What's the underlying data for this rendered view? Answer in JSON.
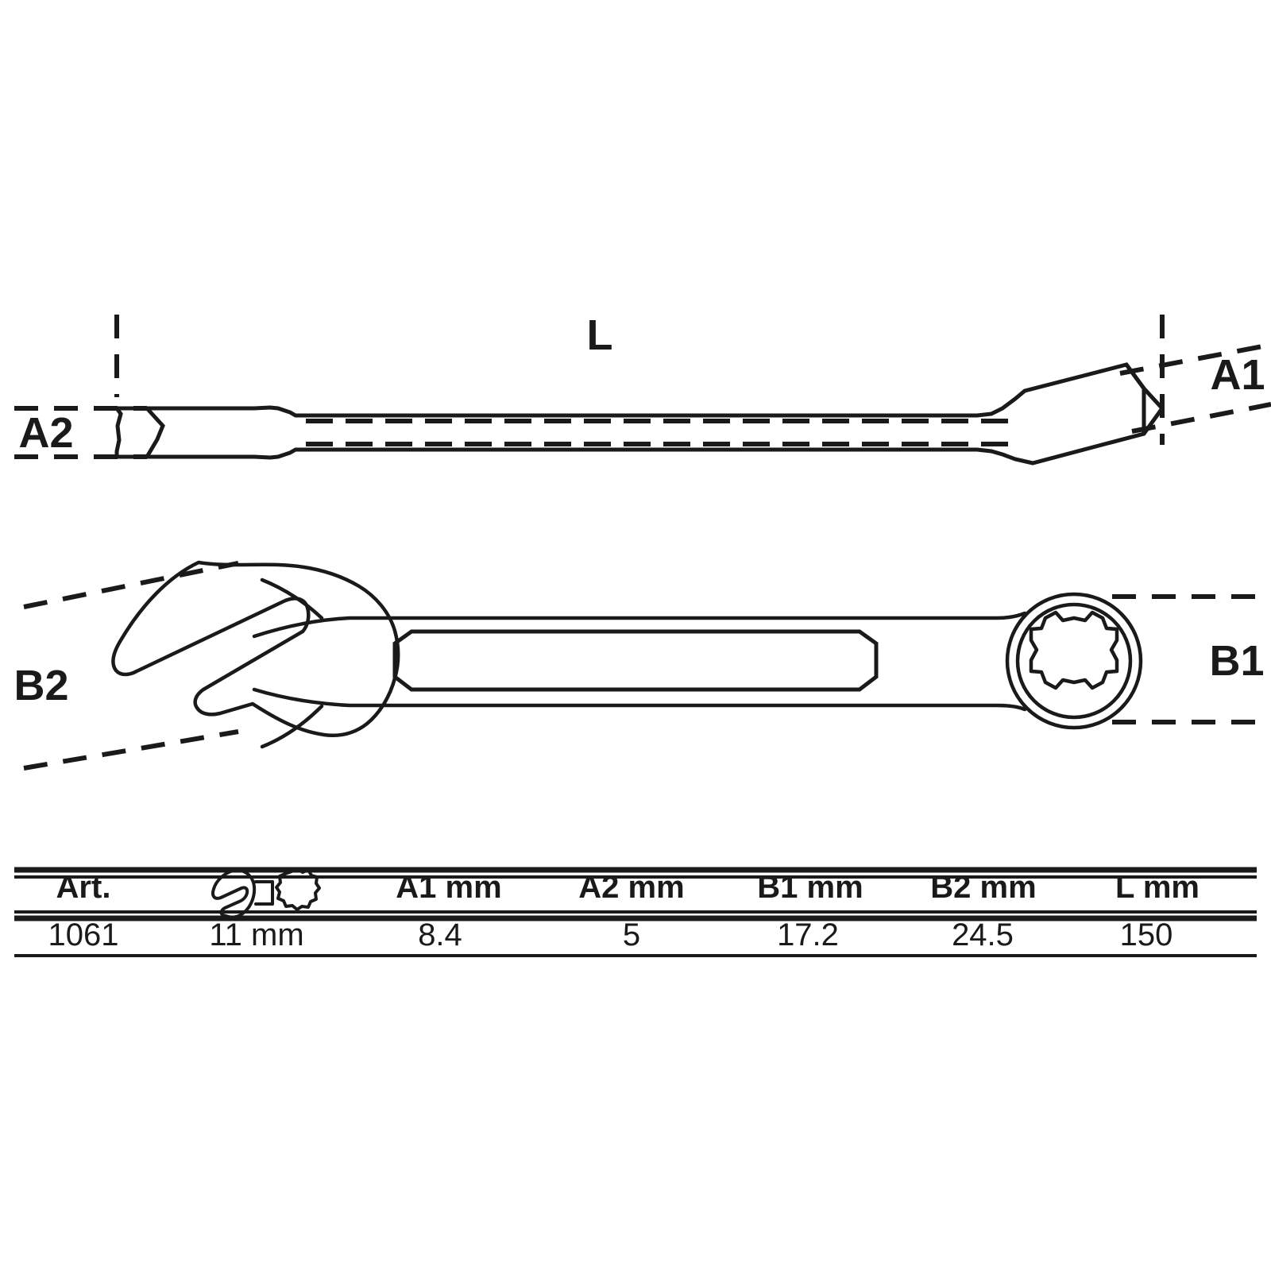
{
  "diagram": {
    "title": "Combination spanner technical drawing",
    "dimension_labels": {
      "L": "L",
      "A1": "A1",
      "A2": "A2",
      "B1": "B1",
      "B2": "B2"
    },
    "views": {
      "side": "side-elevation-view",
      "plan": "plan-view"
    },
    "icons": {
      "open_end": "open-end-wrench-icon",
      "ring_12pt": "twelve-point-ring-icon"
    },
    "line_color": "#1a1a1a",
    "background_color": "#ffffff"
  },
  "table": {
    "headers": [
      "Art.",
      "",
      "A1  mm",
      "A2  mm",
      "B1  mm",
      "B2  mm",
      "L  mm"
    ],
    "rows": [
      {
        "art": "1061",
        "size": "11 mm",
        "a1": "8.4",
        "a2": "5",
        "b1": "17.2",
        "b2": "24.5",
        "l": "150"
      }
    ]
  }
}
